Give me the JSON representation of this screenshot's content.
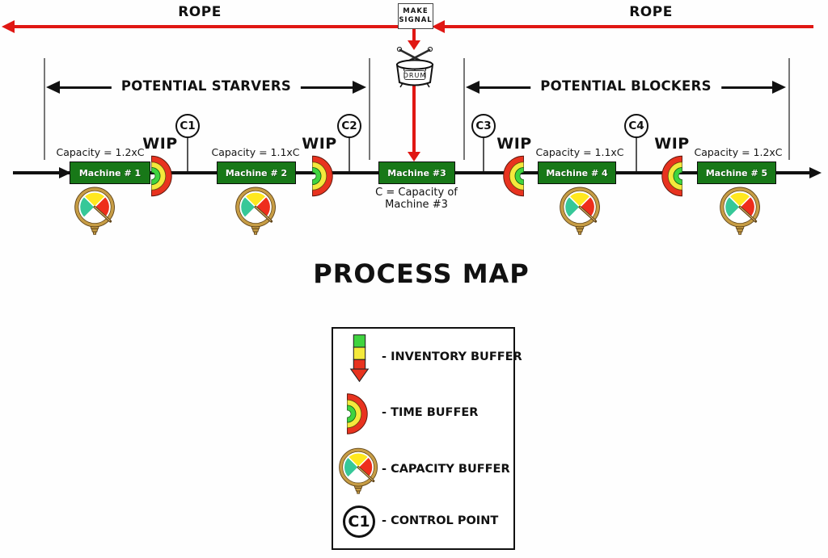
{
  "title": "PROCESS MAP",
  "rope": {
    "left": "ROPE",
    "right": "ROPE"
  },
  "make_signal": {
    "line1": "MAKE",
    "line2": "SIGNAL"
  },
  "drum_label": "DRUM",
  "brackets": {
    "left": "POTENTIAL STARVERS",
    "right": "POTENTIAL BLOCKERS"
  },
  "wip": "WIP",
  "machines": [
    {
      "name": "Machine # 1",
      "capacity": "Capacity = 1.2xC"
    },
    {
      "name": "Machine # 2",
      "capacity": "Capacity = 1.1xC"
    },
    {
      "name": "Machine #3",
      "capacity": ""
    },
    {
      "name": "Machine # 4",
      "capacity": "Capacity = 1.1xC"
    },
    {
      "name": "Machine # 5",
      "capacity": "Capacity = 1.2xC"
    }
  ],
  "machine3_note": {
    "line1": "C = Capacity of",
    "line2": "Machine #3"
  },
  "control_points": [
    "C1",
    "C2",
    "C3",
    "C4"
  ],
  "legend": {
    "items": [
      {
        "icon": "inventory-buffer-icon",
        "label": "- INVENTORY BUFFER"
      },
      {
        "icon": "time-buffer-icon",
        "label": "- TIME BUFFER"
      },
      {
        "icon": "capacity-buffer-icon",
        "label": "- CAPACITY BUFFER"
      },
      {
        "icon": "control-point-icon",
        "label": "- CONTROL POINT"
      }
    ],
    "control_badge": "C1"
  },
  "colors": {
    "rope_red": "#e01713",
    "machine_green": "#187818",
    "buffer_red": "#e8331f",
    "buffer_yellow": "#f4e93c",
    "buffer_green": "#3fd43f",
    "gauge_teal": "#36c898",
    "gauge_ring": "#c79d45"
  }
}
